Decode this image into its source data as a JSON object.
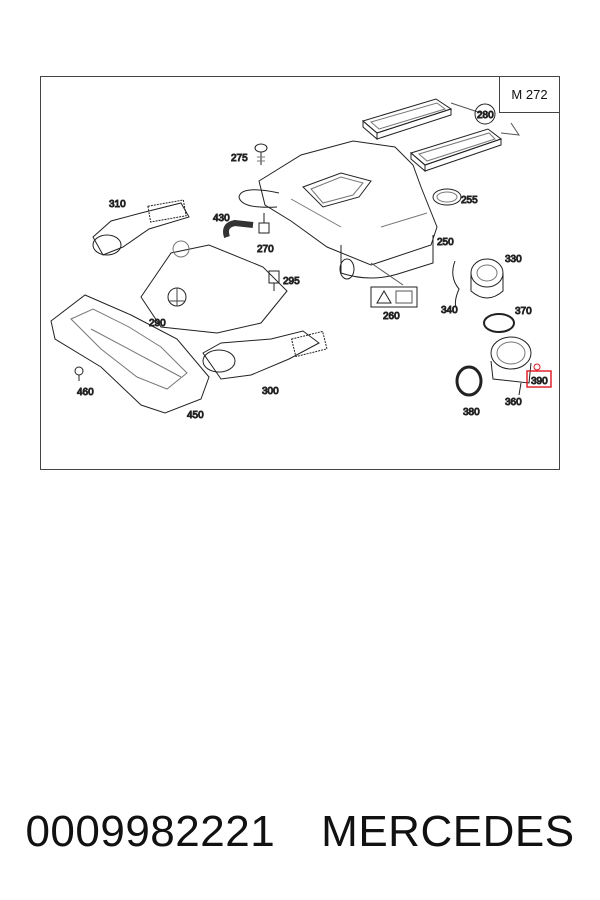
{
  "diagram": {
    "model_code": "M 272",
    "labels": [
      "275",
      "310",
      "430",
      "270",
      "295",
      "290",
      "300",
      "460",
      "450",
      "280",
      "255",
      "250",
      "260",
      "330",
      "340",
      "370",
      "390",
      "380",
      "360"
    ],
    "highlighted_part": "390",
    "highlight_color": "#e0141e"
  },
  "caption": {
    "part_number": "0009982221",
    "brand": "MERCEDES"
  }
}
